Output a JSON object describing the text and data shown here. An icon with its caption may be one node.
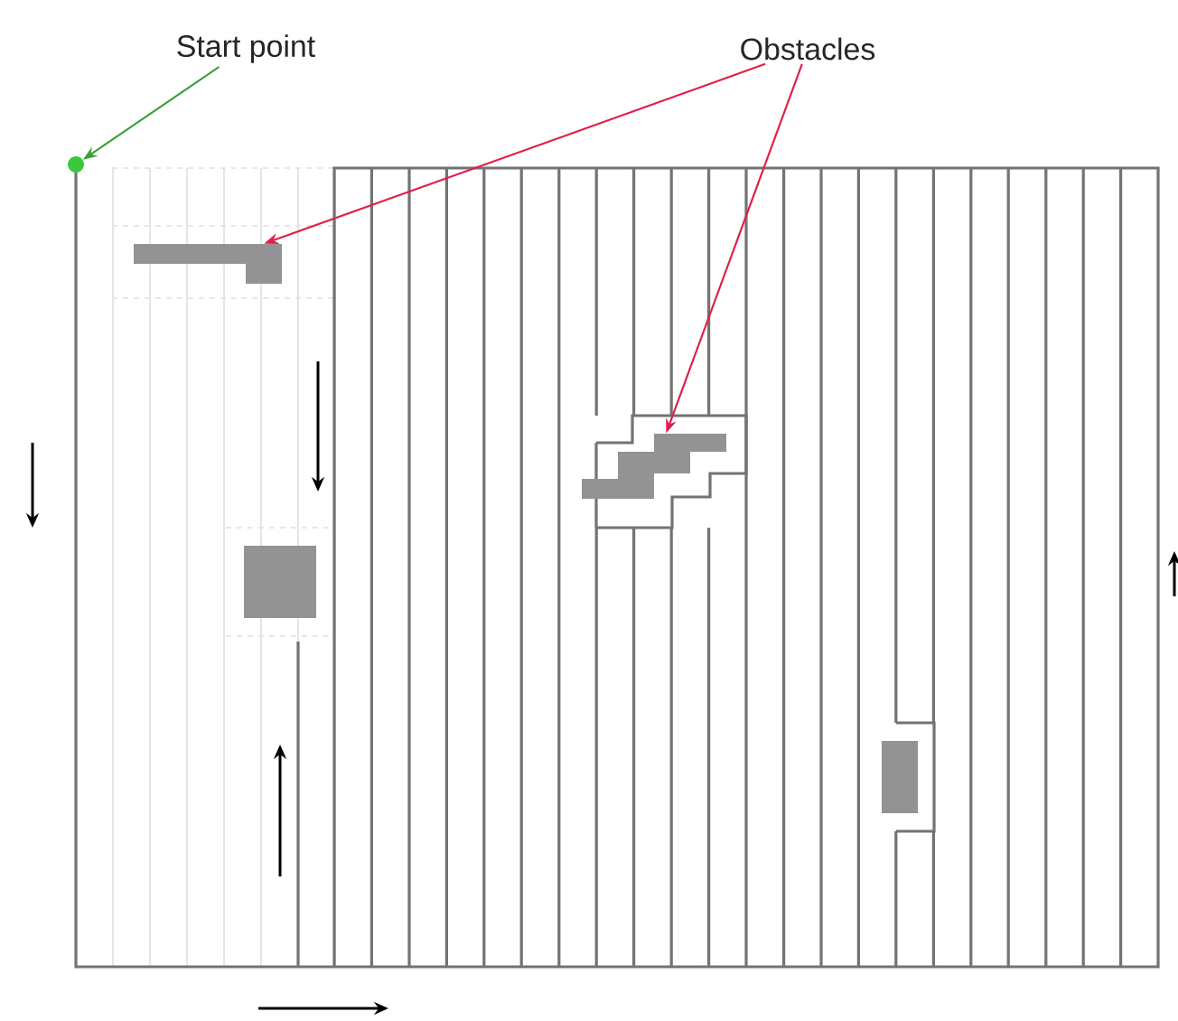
{
  "diagram": {
    "nodes": [
      {
        "text": [
          "Start point"
        ]
      },
      {
        "text": [
          "Obstacles"
        ]
      },
      {
        "text": [],
        "shape": "circle"
      },
      {
        "text": [],
        "shape": "box"
      },
      {
        "text": [],
        "shape": "box"
      },
      {
        "text": [],
        "shape": "box"
      },
      {
        "text": [],
        "shape": "box"
      }
    ],
    "edges": [
      {
        "from": 0,
        "to": 2,
        "arrow": "to",
        "color": "#3aa03a"
      },
      {
        "from": 1,
        "to": 3,
        "arrow": "to",
        "color": "#e0204a"
      },
      {
        "from": 1,
        "to": 5,
        "arrow": "to",
        "color": "#e0204a"
      }
    ]
  }
}
